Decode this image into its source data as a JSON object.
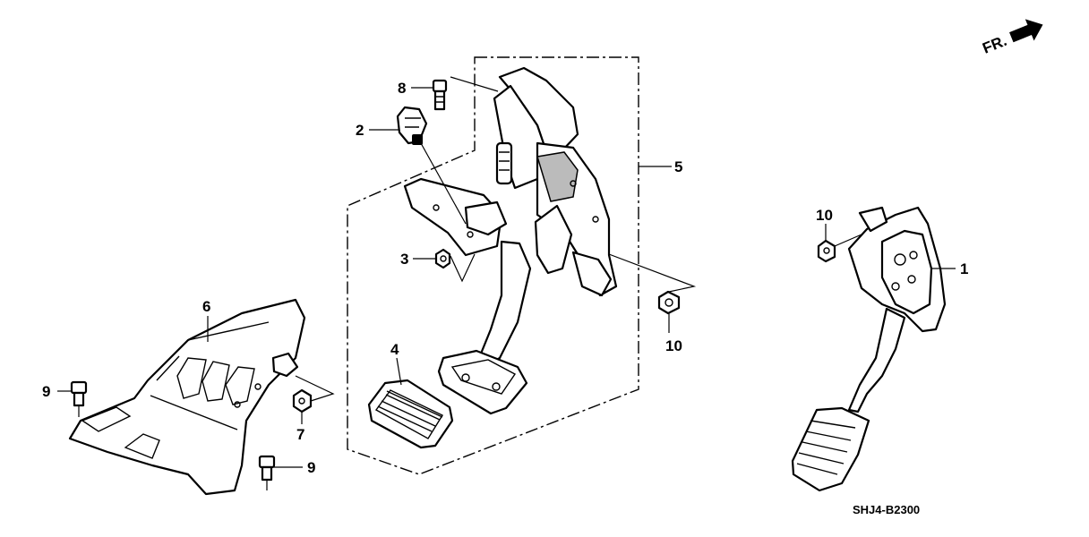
{
  "diagram": {
    "direction_label": "FR.",
    "part_code": "SHJ4-B2300",
    "callouts": [
      {
        "id": "1",
        "label": "1"
      },
      {
        "id": "2",
        "label": "2"
      },
      {
        "id": "3",
        "label": "3"
      },
      {
        "id": "4",
        "label": "4"
      },
      {
        "id": "5",
        "label": "5"
      },
      {
        "id": "6",
        "label": "6"
      },
      {
        "id": "7",
        "label": "7"
      },
      {
        "id": "8",
        "label": "8"
      },
      {
        "id": "9a",
        "label": "9"
      },
      {
        "id": "9b",
        "label": "9"
      },
      {
        "id": "10a",
        "label": "10"
      },
      {
        "id": "10b",
        "label": "10"
      }
    ]
  }
}
